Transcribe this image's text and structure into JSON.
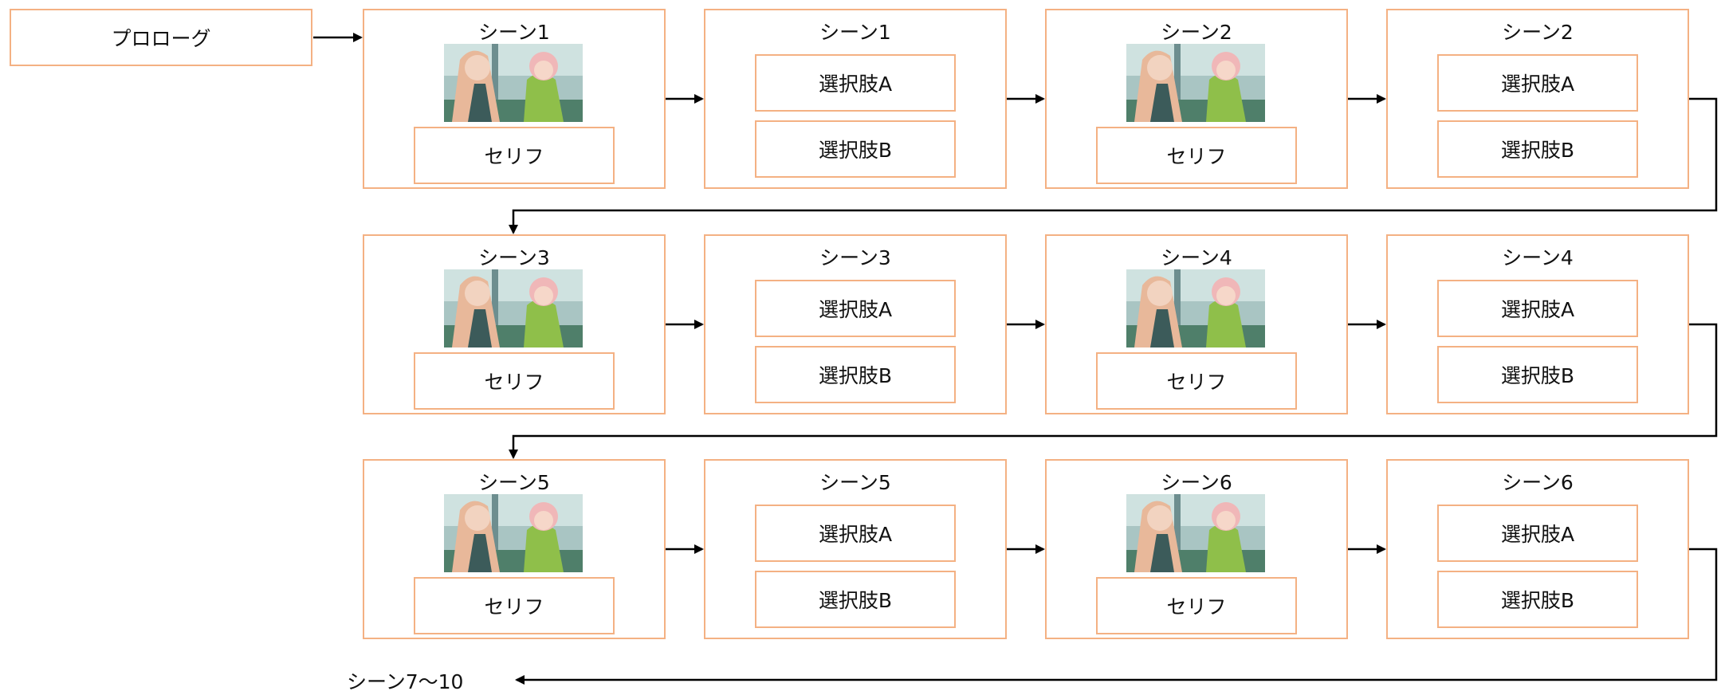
{
  "prologue": "プロローグ",
  "dialogue_label": "セリフ",
  "choice_a": "選択肢A",
  "choice_b": "選択肢B",
  "rows": [
    {
      "scenes": [
        "シーン1",
        "シーン1",
        "シーン2",
        "シーン2"
      ]
    },
    {
      "scenes": [
        "シーン3",
        "シーン3",
        "シーン4",
        "シーン4"
      ]
    },
    {
      "scenes": [
        "シーン5",
        "シーン5",
        "シーン6",
        "シーン6"
      ]
    }
  ],
  "next_label": "シーン7〜10",
  "colors": {
    "box_border": "#f4b183",
    "arrow": "#000000"
  },
  "icons": {
    "scene_image": "character-illustration-thumbnail"
  }
}
